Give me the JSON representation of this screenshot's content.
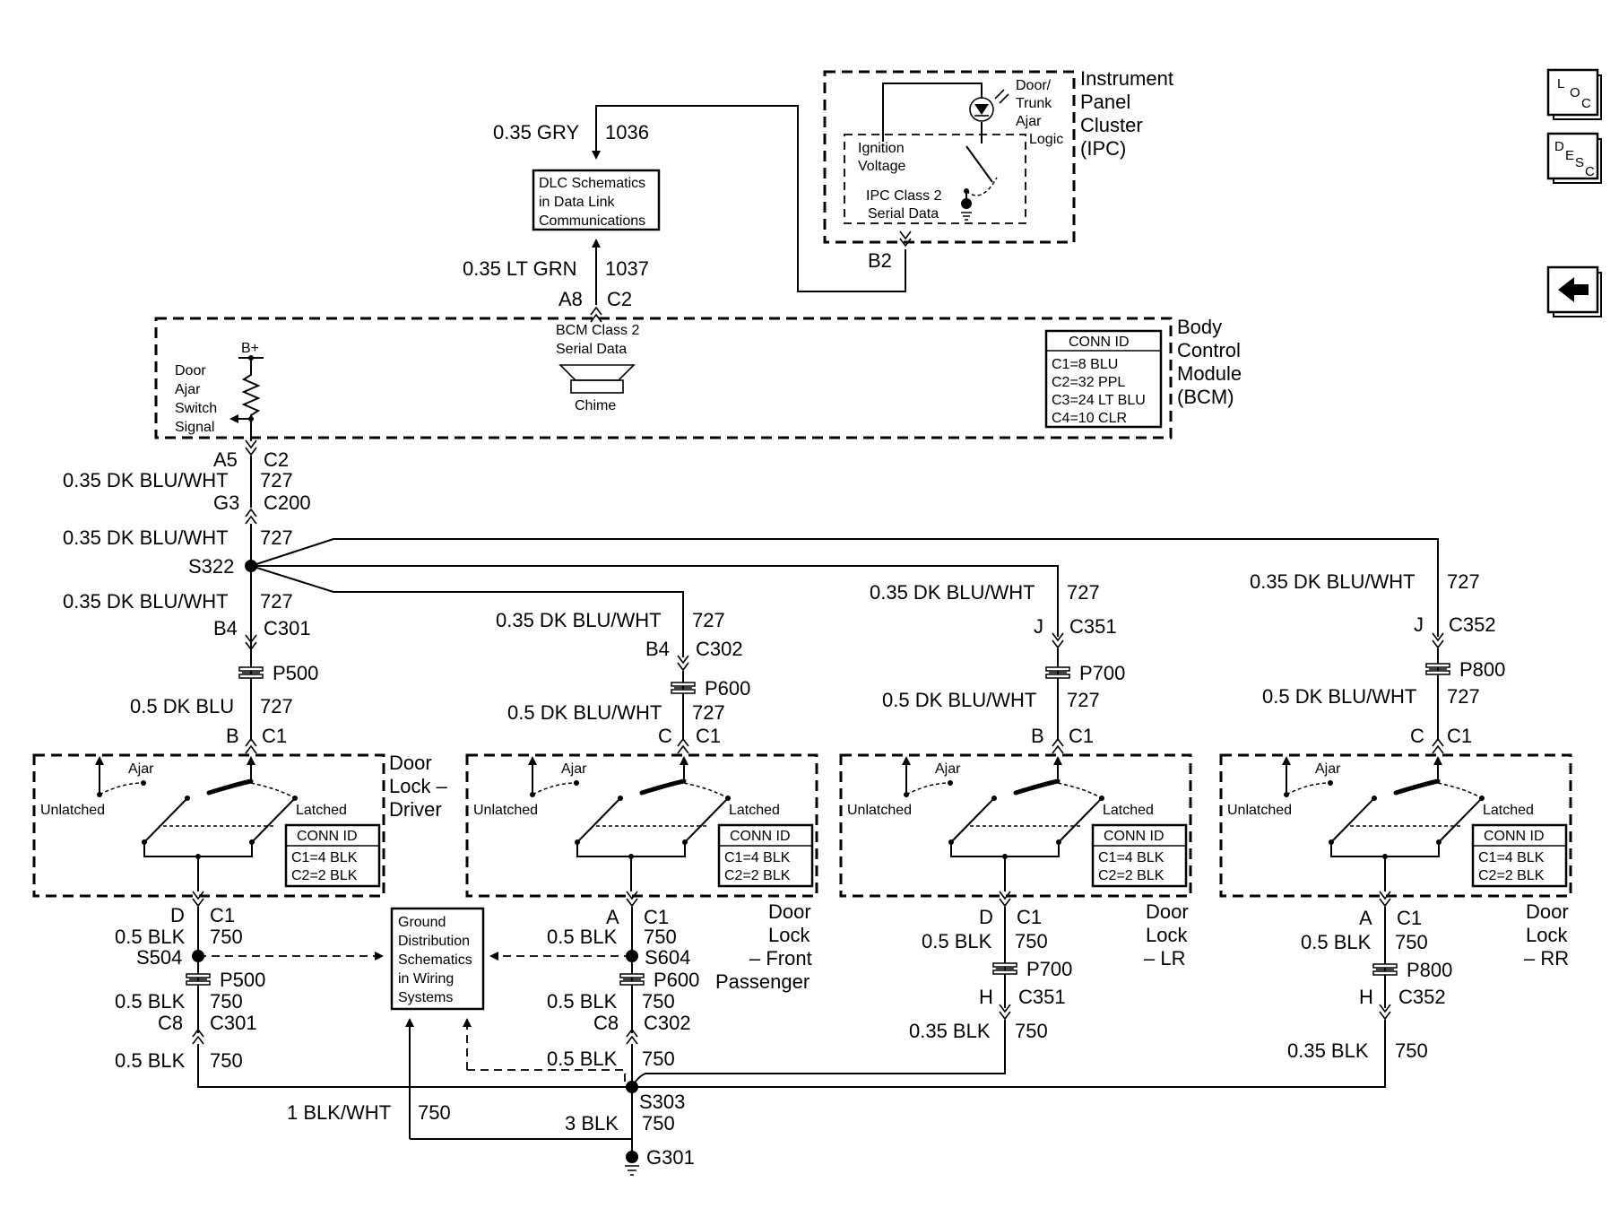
{
  "ipc": {
    "lines": [
      "Instrument",
      "Panel",
      "Cluster",
      "(IPC)"
    ],
    "door_trunk_ajar_logic": [
      "Door/",
      "Trunk",
      "Ajar",
      "Logic"
    ],
    "ignition_voltage": [
      "Ignition",
      "Voltage"
    ],
    "serial_data": [
      "IPC Class 2",
      "Serial Data"
    ],
    "pin": "B2"
  },
  "dlc": {
    "wire_top": "0.35 GRY",
    "circuit_top": "1036",
    "box": [
      "DLC Schematics",
      "in Data Link",
      "Communications"
    ],
    "wire_bottom": "0.35 LT GRN",
    "circuit_bottom": "1037",
    "pin": "A8",
    "conn": "C2"
  },
  "bcm": {
    "lines": [
      "Body",
      "Control",
      "Module",
      "(BCM)"
    ],
    "bplus": "B+",
    "switch_signal": [
      "Door",
      "Ajar",
      "Switch",
      "Signal"
    ],
    "serial_data": [
      "BCM Class 2",
      "Serial Data"
    ],
    "chime": "Chime",
    "conn_title": "CONN ID",
    "conn": [
      "C1=8 BLU",
      "C2=32 PPL",
      "C3=24 LT BLU",
      "C4=10 CLR"
    ]
  },
  "main": {
    "pin1": "A5",
    "conn1": "C2",
    "wire1": "0.35 DK BLU/WHT",
    "circ1": "727",
    "pin2": "G3",
    "conn2": "C200",
    "wire2": "0.35 DK BLU/WHT",
    "circ2": "727",
    "splice": "S322"
  },
  "branch_driver": {
    "wire": "0.35 DK BLU/WHT",
    "circ": "727",
    "pin": "B4",
    "conn": "C301",
    "p": "P500",
    "wire2": "0.5 DK BLU",
    "circ2": "727",
    "pin2": "B",
    "conn2": "C1"
  },
  "branch_fp": {
    "wire": "0.35 DK BLU/WHT",
    "circ": "727",
    "pin": "B4",
    "conn": "C302",
    "p": "P600",
    "wire2": "0.5 DK BLU/WHT",
    "circ2": "727",
    "pin2": "C",
    "conn2": "C1"
  },
  "branch_lr": {
    "wire": "0.35 DK BLU/WHT",
    "circ": "727",
    "pin": "J",
    "conn": "C351",
    "p": "P700",
    "wire2": "0.5 DK BLU/WHT",
    "circ2": "727",
    "pin2": "B",
    "conn2": "C1"
  },
  "branch_rr": {
    "wire": "0.35 DK BLU/WHT",
    "circ": "727",
    "pin": "J",
    "conn": "C352",
    "p": "P800",
    "wire2": "0.5 DK BLU/WHT",
    "circ2": "727",
    "pin2": "C",
    "conn2": "C1"
  },
  "lock": {
    "ajar": "Ajar",
    "unlatched": "Unlatched",
    "latched": "Latched",
    "conn_title": "CONN ID",
    "conn": [
      "C1=4 BLK",
      "C2=2 BLK"
    ]
  },
  "lock_names": {
    "driver": [
      "Door",
      "Lock –",
      "Driver"
    ],
    "fp": [
      "Door",
      "Lock",
      "– Front",
      "Passenger"
    ],
    "lr": [
      "Door",
      "Lock",
      "– LR"
    ],
    "rr": [
      "Door",
      "Lock",
      "– RR"
    ]
  },
  "gnd_driver": {
    "pin": "D",
    "conn": "C1",
    "wire": "0.5 BLK",
    "circ": "750",
    "splice": "S504",
    "p": "P500",
    "wire2": "0.5 BLK",
    "circ2": "750",
    "pin2": "C8",
    "conn2": "C301",
    "wire3": "0.5 BLK",
    "circ3": "750"
  },
  "gnd_fp": {
    "pin": "A",
    "conn": "C1",
    "circ": "750",
    "wire": "0.5 BLK",
    "splice": "S604",
    "p": "P600",
    "wire2": "0.5 BLK",
    "circ2": "750",
    "pin2": "C8",
    "conn2": "C302",
    "wire3": "0.5 BLK",
    "circ3": "750"
  },
  "gnd_lr": {
    "pin": "D",
    "conn": "C1",
    "wire": "0.5 BLK",
    "circ": "750",
    "p": "P700",
    "pin2": "H",
    "conn2": "C351",
    "wire3": "0.35 BLK",
    "circ3": "750"
  },
  "gnd_rr": {
    "pin": "A",
    "conn": "C1",
    "wire": "0.5 BLK",
    "circ": "750",
    "p": "P800",
    "pin2": "H",
    "conn2": "C352",
    "wire3": "0.35 BLK",
    "circ3": "750"
  },
  "gdist": {
    "box": [
      "Ground",
      "Distribution",
      "Schematics",
      "in Wiring",
      "Systems"
    ]
  },
  "ground": {
    "wire_a": "1 BLK/WHT",
    "circ_a": "750",
    "wire_b": "3 BLK",
    "circ_b": "750",
    "splice": "S303",
    "point": "G301"
  },
  "nav": {
    "loc": [
      "L",
      "O",
      "C"
    ],
    "desc": [
      "D",
      "E",
      "S",
      "C"
    ]
  }
}
